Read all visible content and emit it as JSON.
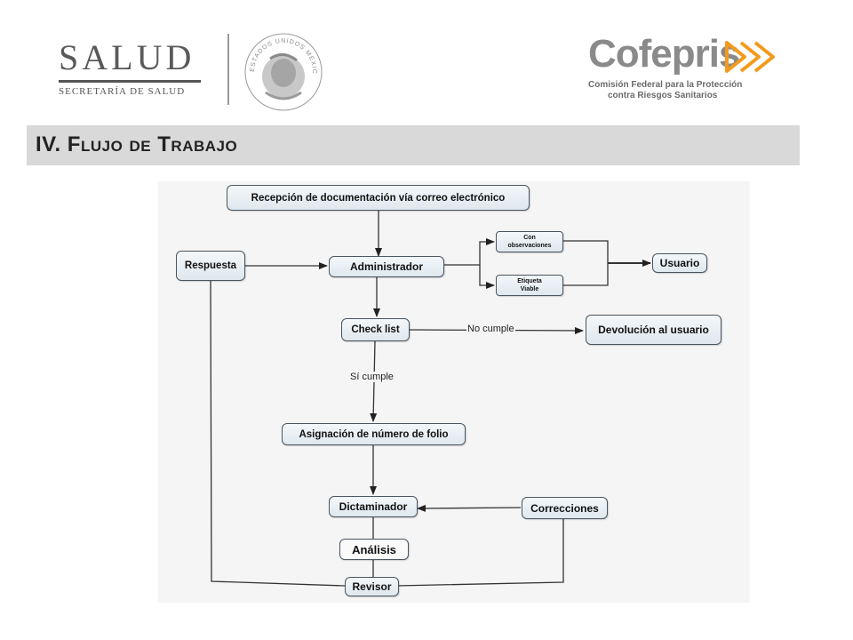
{
  "header": {
    "salud_title": "SALUD",
    "salud_subtitle": "SECRETARÍA DE SALUD",
    "seal_text": "ESTADOS UNIDOS MEXICANOS",
    "cofepris_name": "Cofepris",
    "cofepris_sub_line1": "Comisión Federal para la Protección",
    "cofepris_sub_line2": "contra Riesgos Sanitarios",
    "cofepris_accent": "#f39a1c"
  },
  "section": {
    "title": "IV. Flujo de Trabajo"
  },
  "diagram": {
    "nodes": {
      "recepcion": "Recepción de documentación vía correo electrónico",
      "respuesta": "Respuesta",
      "administrador": "Administrador",
      "con_observaciones_l1": "Con",
      "con_observaciones_l2": "observaciones",
      "etiqueta_viable_l1": "Etiqueta",
      "etiqueta_viable_l2": "Viable",
      "usuario": "Usuario",
      "check_list": "Check list",
      "devolucion": "Devolución al usuario",
      "asignacion": "Asignación de número de folio",
      "dictaminador": "Dictaminador",
      "correcciones": "Correcciones",
      "analisis": "Análisis",
      "revisor": "Revisor"
    },
    "edge_labels": {
      "no_cumple": "No cumple",
      "si_cumple": "Sí cumple"
    }
  }
}
